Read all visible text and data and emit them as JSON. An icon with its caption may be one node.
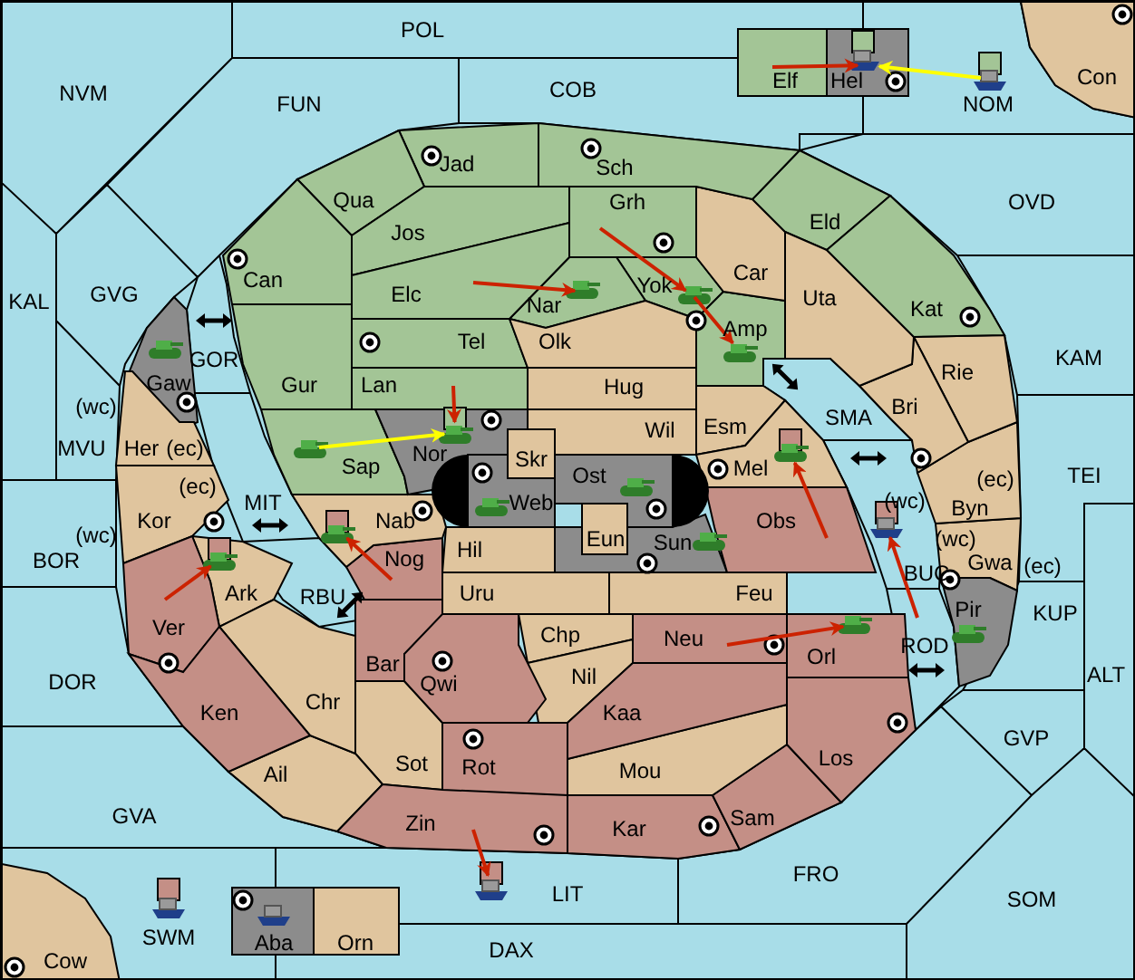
{
  "diagram": {
    "nodes": [
      {
        "text": [
          "POL"
        ]
      },
      {
        "text": [
          "NVM"
        ]
      },
      {
        "text": [
          "FUN"
        ]
      },
      {
        "text": [
          "COB"
        ]
      },
      {
        "text": [
          "Elf"
        ]
      },
      {
        "text": [
          "Hel"
        ]
      },
      {
        "text": [
          "NOM"
        ]
      },
      {
        "text": [
          "Con"
        ]
      },
      {
        "text": [
          "Jad"
        ]
      },
      {
        "text": [
          "Sch"
        ]
      },
      {
        "text": [
          "OVD"
        ]
      },
      {
        "text": [
          "Qua"
        ]
      },
      {
        "text": [
          "Jos"
        ]
      },
      {
        "text": [
          "Grh"
        ]
      },
      {
        "text": [
          "Eld"
        ]
      },
      {
        "text": [
          "Can"
        ]
      },
      {
        "text": [
          "Elc"
        ]
      },
      {
        "text": [
          "Nar"
        ]
      },
      {
        "text": [
          "Yok"
        ]
      },
      {
        "text": [
          "Car"
        ]
      },
      {
        "text": [
          "Uta"
        ]
      },
      {
        "text": [
          "Kat"
        ]
      },
      {
        "text": [
          "KAL"
        ]
      },
      {
        "text": [
          "GVG"
        ]
      },
      {
        "text": [
          "Gaw"
        ]
      },
      {
        "text": [
          "GOR"
        ]
      },
      {
        "text": [
          "Tel"
        ]
      },
      {
        "text": [
          "Olk"
        ]
      },
      {
        "text": [
          "Amp"
        ]
      },
      {
        "text": [
          "Rie"
        ]
      },
      {
        "text": [
          "KAM"
        ]
      },
      {
        "text": [
          "Gur"
        ]
      },
      {
        "text": [
          "Lan"
        ]
      },
      {
        "text": [
          "Hug"
        ]
      },
      {
        "text": [
          "Esm"
        ]
      },
      {
        "text": [
          "SMA"
        ]
      },
      {
        "text": [
          "Wil"
        ]
      },
      {
        "text": [
          "Bri"
        ]
      },
      {
        "text": [
          "Sap"
        ]
      },
      {
        "text": [
          "Nor"
        ]
      },
      {
        "text": [
          "Skr"
        ]
      },
      {
        "text": [
          "Mel"
        ]
      },
      {
        "text": [
          "Byn"
        ]
      },
      {
        "text": [
          "TEI"
        ]
      },
      {
        "text": [
          "MVU"
        ]
      },
      {
        "text": [
          "Her"
        ]
      },
      {
        "text": [
          "Web"
        ]
      },
      {
        "text": [
          "Ost"
        ]
      },
      {
        "text": [
          "BOR"
        ]
      },
      {
        "text": [
          "Kor"
        ]
      },
      {
        "text": [
          "MIT"
        ]
      },
      {
        "text": [
          "Nab"
        ]
      },
      {
        "text": [
          "Hil"
        ]
      },
      {
        "text": [
          "Eun"
        ]
      },
      {
        "text": [
          "Sun"
        ]
      },
      {
        "text": [
          "Obs"
        ]
      },
      {
        "text": [
          "Gwa"
        ]
      },
      {
        "text": [
          "BUC"
        ]
      },
      {
        "text": [
          "KUP"
        ]
      },
      {
        "text": [
          "Ark"
        ]
      },
      {
        "text": [
          "RBU"
        ]
      },
      {
        "text": [
          "Nog"
        ]
      },
      {
        "text": [
          "Uru"
        ]
      },
      {
        "text": [
          "Feu"
        ]
      },
      {
        "text": [
          "Pir"
        ]
      },
      {
        "text": [
          "Ver"
        ]
      },
      {
        "text": [
          "ROD"
        ]
      },
      {
        "text": [
          "Bar"
        ]
      },
      {
        "text": [
          "Qwi"
        ]
      },
      {
        "text": [
          "Chp"
        ]
      },
      {
        "text": [
          "Neu"
        ]
      },
      {
        "text": [
          "Orl"
        ]
      },
      {
        "text": [
          "Ken"
        ]
      },
      {
        "text": [
          "Chr"
        ]
      },
      {
        "text": [
          "Nil"
        ]
      },
      {
        "text": [
          "DOR"
        ]
      },
      {
        "text": [
          "Kaa"
        ]
      },
      {
        "text": [
          "Sot"
        ]
      },
      {
        "text": [
          "Rot"
        ]
      },
      {
        "text": [
          "Ail"
        ]
      },
      {
        "text": [
          "Mou"
        ]
      },
      {
        "text": [
          "Los"
        ]
      },
      {
        "text": [
          "GVP"
        ]
      },
      {
        "text": [
          "ALT"
        ]
      },
      {
        "text": [
          "GVA"
        ]
      },
      {
        "text": [
          "Zin"
        ]
      },
      {
        "text": [
          "Kar"
        ]
      },
      {
        "text": [
          "Sam"
        ]
      },
      {
        "text": [
          "FRO"
        ]
      },
      {
        "text": [
          "SOM"
        ]
      },
      {
        "text": [
          "LIT"
        ]
      },
      {
        "text": [
          "SWM"
        ]
      },
      {
        "text": [
          "Aba"
        ]
      },
      {
        "text": [
          "Orn"
        ]
      },
      {
        "text": [
          "Cow"
        ]
      },
      {
        "text": [
          "DAX"
        ]
      }
    ],
    "edges": [
      {
        "from": 4,
        "to": 5,
        "arrow": "to"
      },
      {
        "from": 6,
        "to": 5,
        "arrow": "to",
        "color": "#ffff00"
      },
      {
        "from": 16,
        "to": 17,
        "arrow": "to"
      },
      {
        "from": 13,
        "to": 18,
        "arrow": "to"
      },
      {
        "from": 18,
        "to": 28,
        "arrow": "to"
      },
      {
        "from": 32,
        "to": 39,
        "arrow": "to"
      },
      {
        "from": 38,
        "to": 39,
        "arrow": "to",
        "color": "#ffff00"
      },
      {
        "from": 65,
        "to": 59,
        "arrow": "to"
      },
      {
        "from": 61,
        "to": 51,
        "arrow": "to"
      },
      {
        "from": 55,
        "to": 41,
        "arrow": "to"
      },
      {
        "from": 66,
        "to": 57,
        "arrow": "to"
      },
      {
        "from": 70,
        "to": 71,
        "arrow": "to"
      },
      {
        "from": 85,
        "to": 90,
        "arrow": "to"
      }
    ],
    "labels": [
      "(wc)",
      "(ec)",
      "(ec)",
      "(ec)",
      "(wc)",
      "(wc)",
      "(wc)",
      "(ec)"
    ]
  }
}
